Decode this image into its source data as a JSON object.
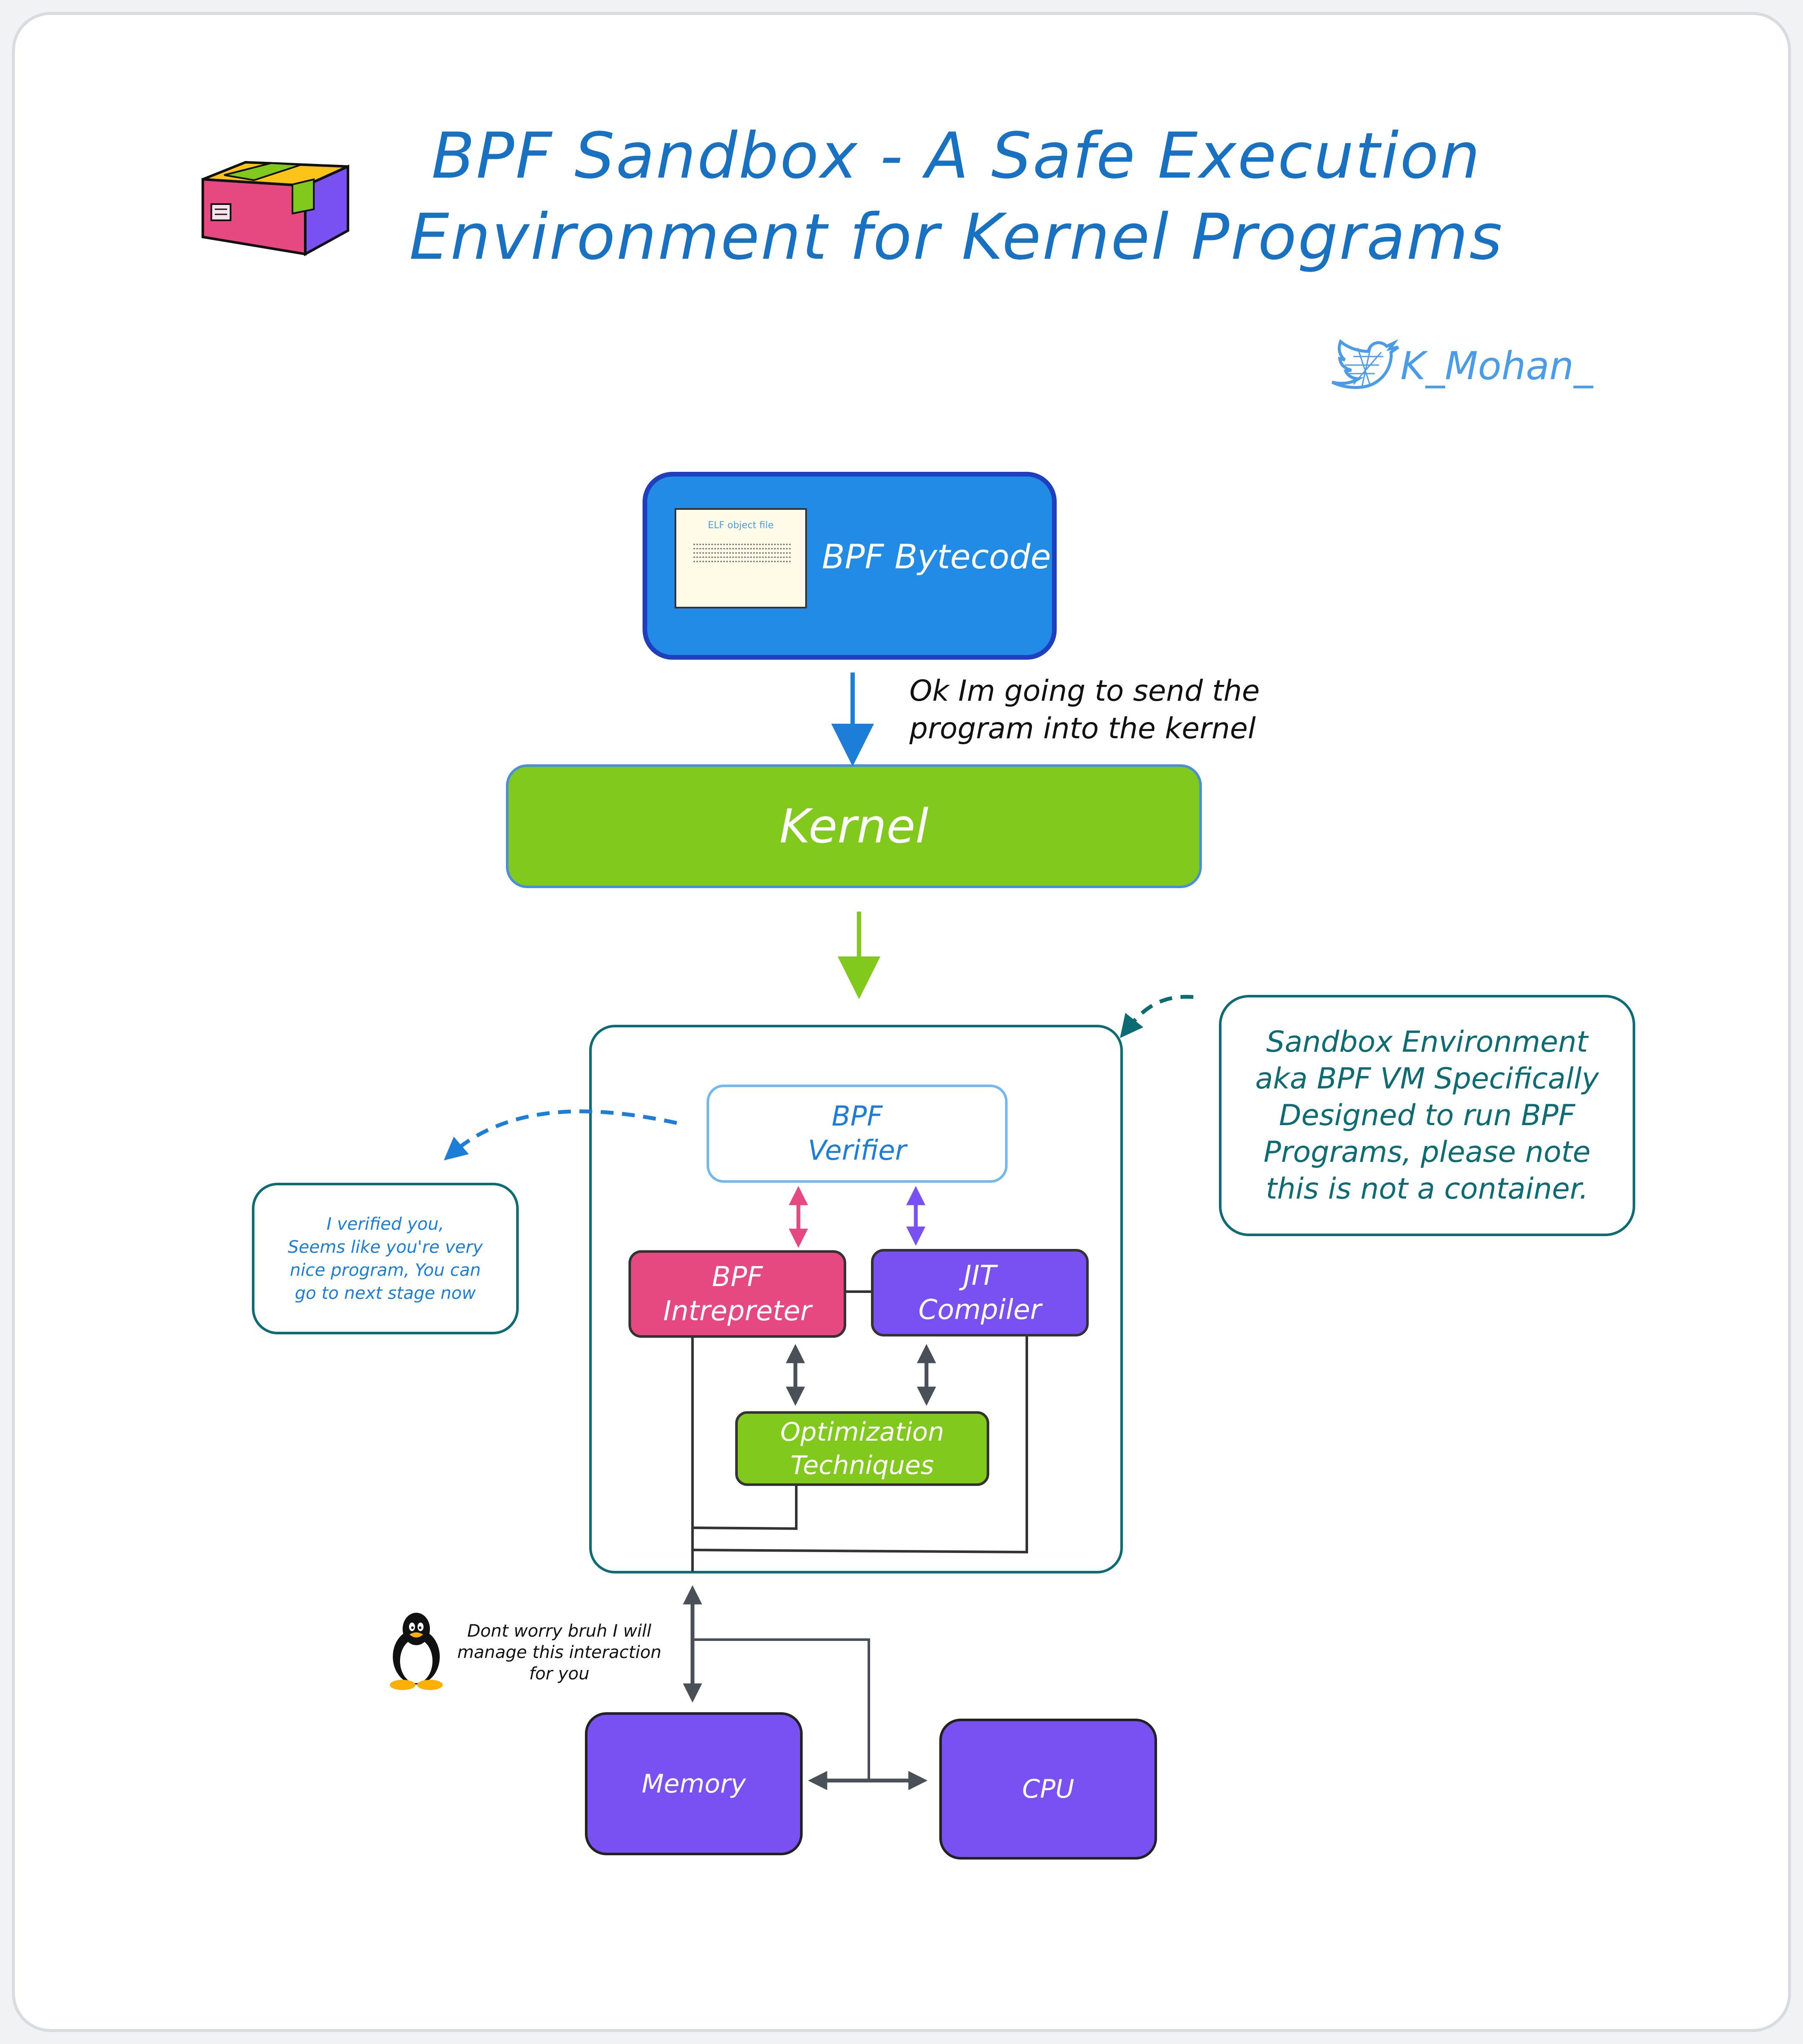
{
  "title": "BPF Sandbox - A Safe Execution\nEnvironment for Kernel Programs",
  "handle": "K_Mohan_",
  "bytecode": {
    "label": "BPF Bytecode",
    "elf_title": "ELF object file"
  },
  "send_note": "Ok Im going to send the\nprogram into the kernel",
  "kernel": "Kernel",
  "verifier": "BPF\nVerifier",
  "interpreter": "BPF\nIntrepreter",
  "jit": "JIT\nCompiler",
  "optimization": "Optimization\nTechniques",
  "verified_note": "I verified you,\nSeems like you're very\nnice program, You can\ngo to next stage now",
  "sandbox_note": "Sandbox Environment\naka BPF VM Specifically\nDesigned to run BPF\nPrograms, please note\nthis is not a container.",
  "tux_note": "Dont worry bruh I will\nmanage this interaction\nfor you",
  "memory": "Memory",
  "cpu": "CPU",
  "colors": {
    "title": "#1971c2",
    "bytecode_fill": "#228be6",
    "kernel_fill": "#82c91e",
    "interpreter_fill": "#e64980",
    "jit_fill": "#7950f2",
    "sandbox_stroke": "#0c6b73",
    "memory_cpu_fill": "#7950f2"
  },
  "icons": [
    "package-box-icon",
    "twitter-bird-icon",
    "tux-penguin-icon"
  ]
}
